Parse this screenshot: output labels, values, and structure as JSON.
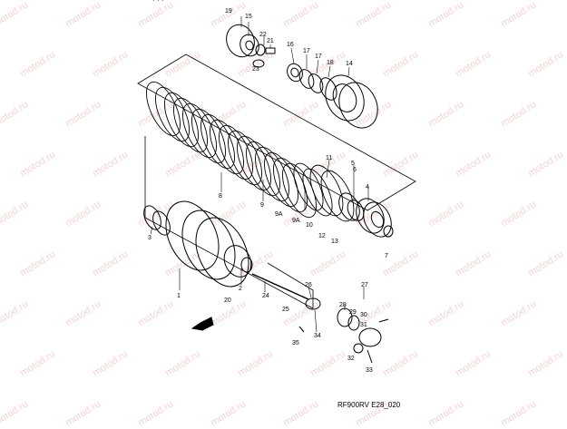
{
  "diagram_code": "RF900RV E28_020",
  "top_fragment": "• • •",
  "watermark": "motod.ru",
  "callouts": [
    "19",
    "15",
    "22",
    "21",
    "16",
    "17",
    "17",
    "18",
    "14",
    "23",
    "8",
    "9",
    "9A",
    "9A",
    "10",
    "11",
    "12",
    "13",
    "5",
    "6",
    "4",
    "7",
    "3",
    "1",
    "20",
    "2",
    "24",
    "25",
    "26",
    "34",
    "35",
    "27",
    "28",
    "29",
    "30",
    "31",
    "32",
    "33"
  ],
  "direction_icon": "front-arrow-icon"
}
